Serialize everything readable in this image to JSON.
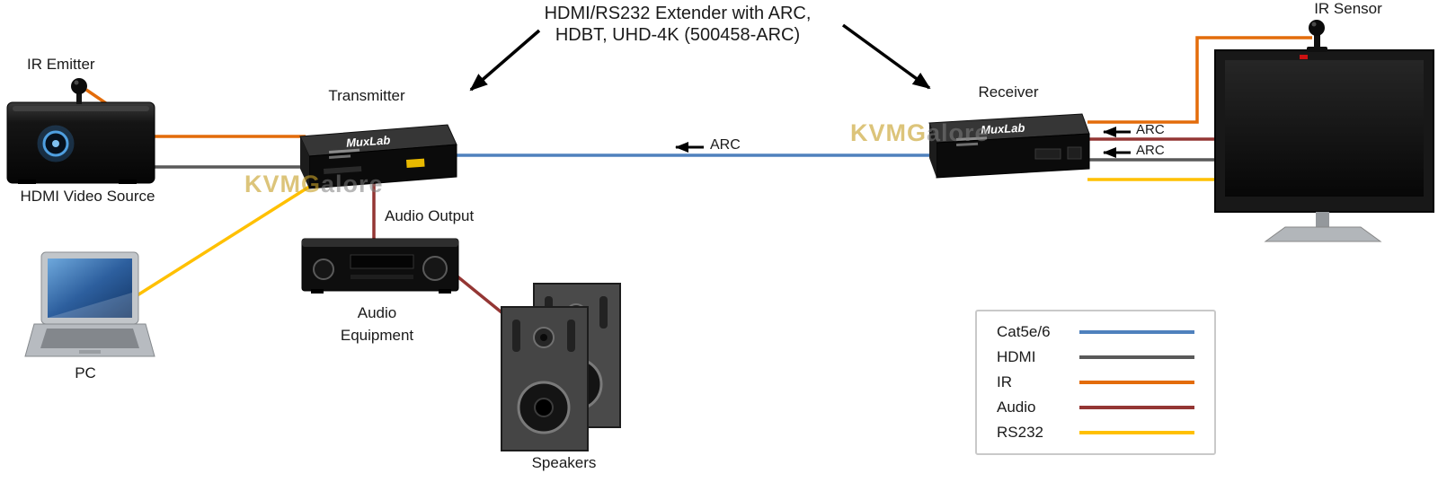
{
  "title": {
    "line1": "HDMI/RS232 Extender with ARC,",
    "line2": "HDBT, UHD-4K (500458-ARC)"
  },
  "nodes": {
    "ir_emitter": "IR Emitter",
    "hdmi_video_source": "HDMI Video Source",
    "pc": "PC",
    "transmitter": "Transmitter",
    "receiver": "Receiver",
    "ir_sensor": "IR Sensor",
    "audio_output": "Audio Output",
    "audio_equipment": "Audio Equipment",
    "speakers": "Speakers"
  },
  "connection_labels": {
    "arc_mid": "ARC",
    "arc_audio": "ARC",
    "arc_hdmi": "ARC"
  },
  "device_brand": "MuxLab",
  "watermark": {
    "part1": "KVMG",
    "part2": "alore"
  },
  "legend": {
    "items": [
      {
        "label": "Cat5e/6",
        "color": "#4f81bd"
      },
      {
        "label": "HDMI",
        "color": "#595959"
      },
      {
        "label": "IR",
        "color": "#e36c0a"
      },
      {
        "label": "Audio",
        "color": "#943634"
      },
      {
        "label": "RS232",
        "color": "#ffc000"
      }
    ]
  },
  "colors": {
    "cat5": "#4f81bd",
    "hdmi": "#595959",
    "ir": "#e36c0a",
    "audio": "#943634",
    "rs232": "#ffc000",
    "arrow": "#000000"
  }
}
